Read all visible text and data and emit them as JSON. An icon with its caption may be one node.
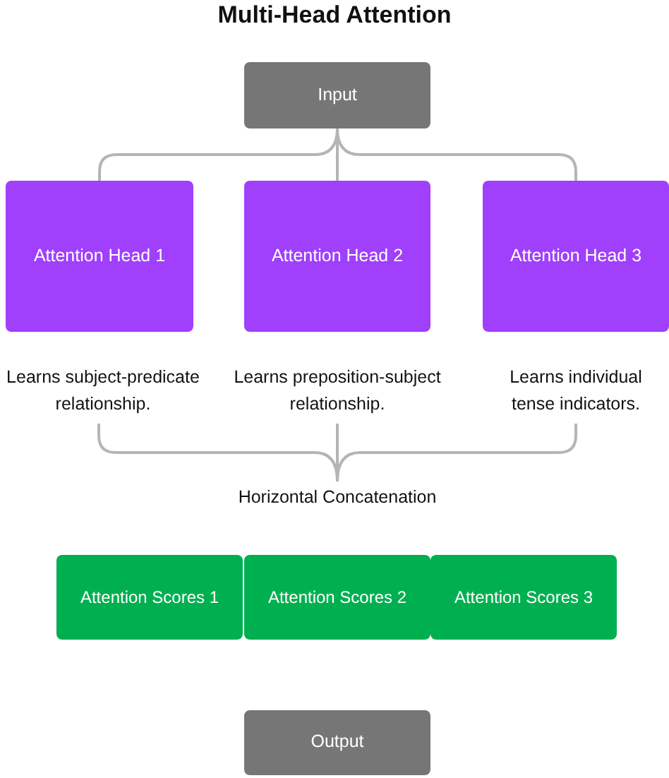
{
  "diagram": {
    "title": "Multi-Head Attention",
    "nodes": [
      {
        "text": [
          "Input"
        ]
      },
      {
        "text": [
          "Attention Head 1"
        ]
      },
      {
        "text": [
          "Attention Head 2"
        ]
      },
      {
        "text": [
          "Attention Head 3"
        ]
      },
      {
        "text": [
          "Learns subject-predicate relationship."
        ]
      },
      {
        "text": [
          "Learns preposition-subject relationship."
        ]
      },
      {
        "text": [
          "Learns individual tense indicators."
        ]
      },
      {
        "text": [
          "Horizontal Concatenation"
        ]
      },
      {
        "text": [
          "Attention Scores 1"
        ]
      },
      {
        "text": [
          "Attention Scores 2"
        ]
      },
      {
        "text": [
          "Attention Scores 3"
        ]
      },
      {
        "text": [
          "Output"
        ]
      }
    ],
    "edges": [
      {
        "from": 0,
        "to": 1,
        "arrow": "none"
      },
      {
        "from": 0,
        "to": 2,
        "arrow": "none"
      },
      {
        "from": 0,
        "to": 3,
        "arrow": "none"
      },
      {
        "from": 4,
        "to": 7,
        "arrow": "none"
      },
      {
        "from": 5,
        "to": 7,
        "arrow": "none"
      },
      {
        "from": 6,
        "to": 7,
        "arrow": "none"
      }
    ]
  }
}
